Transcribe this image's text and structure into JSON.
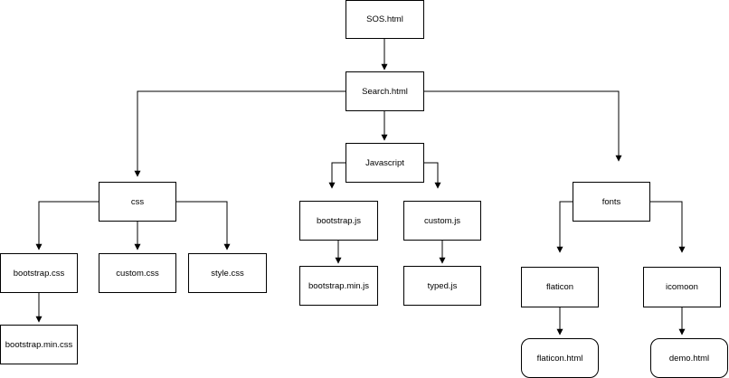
{
  "diagram": {
    "nodes": {
      "sos": "SOS.html",
      "search": "Search.html",
      "css": "css",
      "javascript": "Javascript",
      "fonts": "fonts",
      "bootstrap_css": "bootstrap.css",
      "custom_css": "custom.css",
      "style_css": "style.css",
      "bootstrap_min_css": "bootstrap.min.css",
      "bootstrap_js": "bootstrap.js",
      "custom_js": "custom.js",
      "bootstrap_min_js": "bootstrap.min.js",
      "typed_js": "typed.js",
      "flaticon": "flaticon",
      "icomoon": "icomoon",
      "flaticon_html": "flaticon.html",
      "demo_html": "demo.html"
    }
  }
}
